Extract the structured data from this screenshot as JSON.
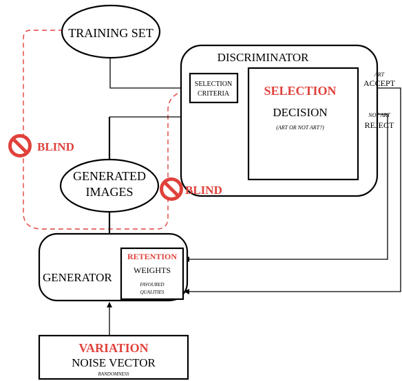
{
  "diagram": {
    "training_set": "TRAINING SET",
    "discriminator": "DISCRIMINATOR",
    "selection_criteria_line1": "SELECTION",
    "selection_criteria_line2": "CRITERIA",
    "selection": "SELECTION",
    "decision": "DECISION",
    "decision_note": "(ART OR NOT ART?)",
    "art_note": "ART",
    "accept": "ACCEPT",
    "not_art_note": "NOT ART",
    "reject": "REJECT",
    "generated_line1": "GENERATED",
    "generated_line2": "IMAGES",
    "blind_left": "BLIND",
    "blind_right": "BLIND",
    "generator": "GENERATOR",
    "retention": "RETENTION",
    "weights": "WEIGHTS",
    "favoured_line1": "FAVOURED",
    "favoured_line2": "QUALITIES",
    "variation": "VARIATION",
    "noise_vector": "NOISE VECTOR",
    "randomness": "RANDOMNESS"
  },
  "colors": {
    "accent_red": "#e0413b",
    "line": "#000000"
  },
  "icons": {
    "blind": "no-entry-icon"
  }
}
